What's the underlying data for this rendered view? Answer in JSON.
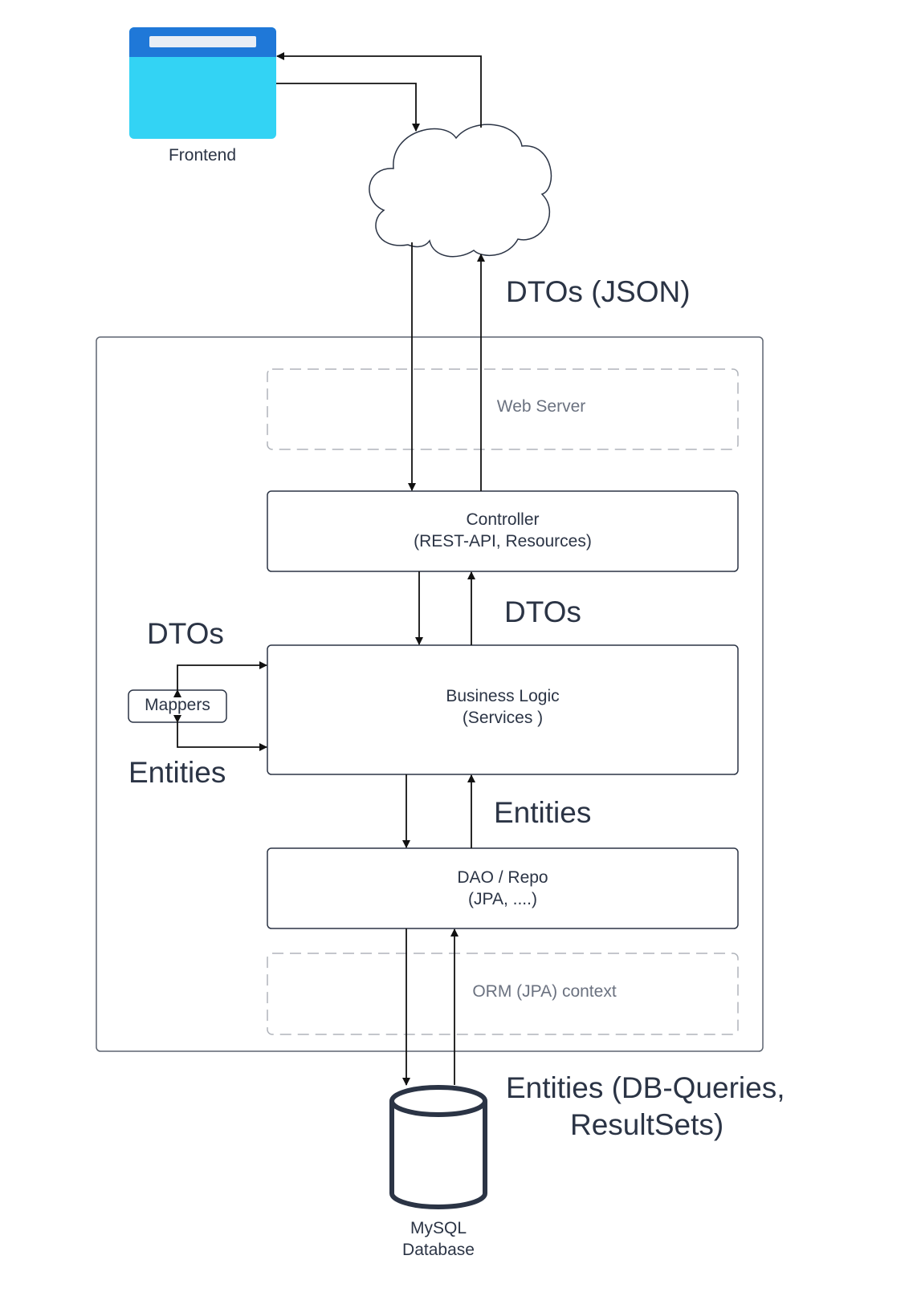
{
  "colors": {
    "stroke": "#2b3445",
    "zone_stroke": "#b0b4bb",
    "frontend_header": "#1f78d8",
    "frontend_body": "#33d3f4",
    "frontend_bar": "#e8eef5"
  },
  "nodes": {
    "frontend": {
      "label": "Frontend",
      "icon": "browser-window-icon"
    },
    "cloud": {
      "icon": "cloud-icon"
    },
    "web_server": {
      "label": "Web Server"
    },
    "controller": {
      "line1": "Controller",
      "line2": "(REST-API, Resources)"
    },
    "business_logic": {
      "line1": "Business Logic",
      "line2": "(Services )"
    },
    "mappers": {
      "label": "Mappers"
    },
    "dao": {
      "line1": "DAO / Repo",
      "line2": "(JPA, ....)"
    },
    "orm": {
      "label": "ORM (JPA) context"
    },
    "database": {
      "line1": "MySQL",
      "line2": "Database",
      "icon": "database-cylinder-icon"
    }
  },
  "edge_labels": {
    "dtos_json": "DTOs (JSON)",
    "dtos_controller": "DTOs",
    "dtos_mappers": "DTOs",
    "entities_mappers": "Entities",
    "entities_dao": "Entities",
    "entities_db_line1": "Entities (DB-Queries,",
    "entities_db_line2": "ResultSets)"
  }
}
